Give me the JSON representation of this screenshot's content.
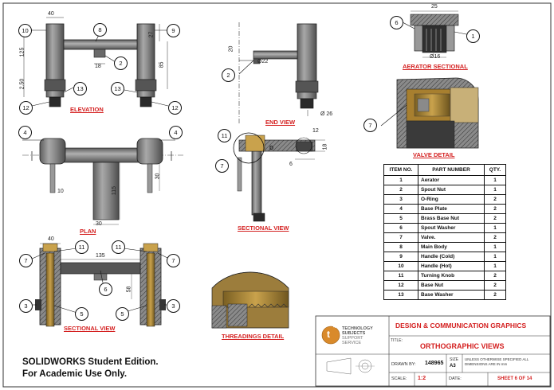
{
  "views": {
    "elevation": "ELEVATION",
    "plan": "PLAN",
    "end_view": "END VIEW",
    "sectional_view_top": "SECTIONAL VIEW",
    "sectional_view_bottom": "SECTIONAL VIEW",
    "aerator_sectional": "AERATOR SECTIONAL",
    "valve_detail": "VALVE DETAIL",
    "threadings_detail": "THREADINGS DETAIL"
  },
  "dimensions": {
    "elev_40": "40",
    "elev_27": "27",
    "elev_125": "125",
    "elev_85": "85",
    "elev_250": "2.50",
    "elev_18": "18",
    "end_20": "20",
    "end_dia22": "Ø22",
    "end_dia26": "Ø 26",
    "plan_10": "10",
    "plan_115": "115",
    "plan_30": "30",
    "plan_30b": "30",
    "aer_25": "25",
    "aer_dia16": "Ø16",
    "sec_12": "12",
    "sec_18": "18",
    "sec_6": "6",
    "sec_d": "D",
    "sv_40": "40",
    "sv_135": "135",
    "sv_58": "58"
  },
  "balloons": {
    "b10": "10",
    "b9": "9",
    "b8": "8",
    "b2": "2",
    "b13a": "13",
    "b13b": "13",
    "b12a": "12",
    "b12b": "12",
    "b4a": "4",
    "b4b": "4",
    "b2e": "2",
    "b11": "11",
    "b7": "7",
    "b6": "6",
    "b1": "1",
    "b7v": "7",
    "b11a": "11",
    "b11b": "11",
    "b7a": "7",
    "b7b": "7",
    "b6s": "6",
    "b3a": "3",
    "b3b": "3",
    "b5a": "5",
    "b5b": "5"
  },
  "bom": {
    "headers": [
      "ITEM NO.",
      "PART NUMBER",
      "QTY."
    ],
    "rows": [
      [
        "1",
        "Aerator",
        "1"
      ],
      [
        "2",
        "Spout Nut",
        "1"
      ],
      [
        "3",
        "O-Ring",
        "2"
      ],
      [
        "4",
        "Base Plate",
        "2"
      ],
      [
        "5",
        "Brass Base Nut",
        "2"
      ],
      [
        "6",
        "Spout Washer",
        "1"
      ],
      [
        "7",
        "Valve.",
        "2"
      ],
      [
        "8",
        "Main Body",
        "1"
      ],
      [
        "9",
        "Handle (Cold)",
        "1"
      ],
      [
        "10",
        "Handle (Hot)",
        "1"
      ],
      [
        "11",
        "Turning Knob",
        "2"
      ],
      [
        "12",
        "Base Nut",
        "2"
      ],
      [
        "13",
        "Base Washer",
        "2"
      ]
    ]
  },
  "title_block": {
    "logo_mark": "t",
    "logo_super": "4",
    "logo_line1": "TECHNOLOGY",
    "logo_line2": "SUBJECTS",
    "logo_line3": "SUPPORT",
    "logo_line4": "SERVICE",
    "header": "DESIGN & COMMUNICATION GRAPHICS",
    "title_label": "TITLE:",
    "title": "ORTHOGRAPHIC VIEWS",
    "drawn_by_label": "DRAWN BY:",
    "drawn_by": "148965",
    "size_label": "SIZE",
    "size": "A3",
    "note": "UNLESS OTHERWISE SPECIFIED ALL DIMENSIONS ARE IN mm",
    "scale_label": "SCALE:",
    "scale": "1:2",
    "date_label": "DATE:",
    "sheet": "SHEET 6 OF 14"
  },
  "watermark": {
    "line1": "SOLIDWORKS Student Edition.",
    "line2": "For Academic Use Only."
  },
  "colors": {
    "label_red": "#d42020",
    "brass": "#b08a3c",
    "metal": "#7d7d7d"
  }
}
